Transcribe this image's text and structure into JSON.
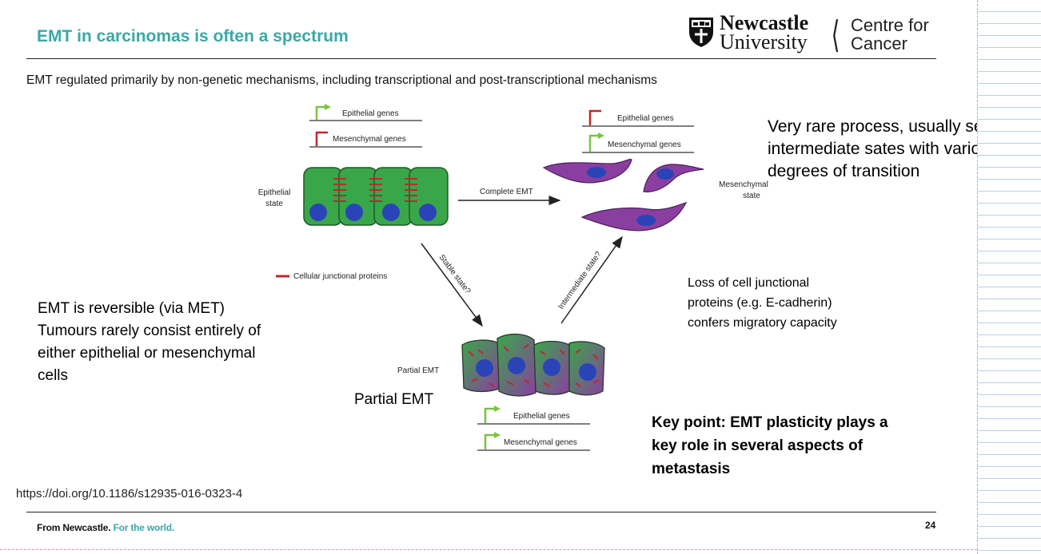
{
  "slide": {
    "title": "EMT in carcinomas is often a spectrum",
    "subtitle": "EMT regulated primarily by non-genetic mechanisms, including transcriptional and post-transcriptional mechanisms",
    "rare_process": "Very rare process, usually see intermediate sates with various degrees of transition",
    "reversible_lines": [
      "EMT is reversible (via MET)",
      "Tumours rarely consist entirely of",
      "either epithelial or mesenchymal",
      "cells"
    ],
    "partial_emt_label": "Partial EMT",
    "loss_lines": [
      "Loss of cell junctional",
      "proteins (e.g. E-cadherin)",
      "confers migratory capacity"
    ],
    "key_point_lines": [
      "Key point: EMT plasticity plays a",
      "key role in several aspects of",
      "metastasis"
    ],
    "doi": "https://doi.org/10.1186/s12935-016-0323-4",
    "footer_main": "From Newcastle. ",
    "footer_accent": "For the world.",
    "page_number": "24"
  },
  "logo": {
    "line1": "Newcastle",
    "line2": "University",
    "centre_line1": "Centre for",
    "centre_line2": "Cancer"
  },
  "diagram": {
    "top_left_genes": [
      "Epithelial genes",
      "Mesenchymal genes"
    ],
    "top_right_genes": [
      "Epithelial genes",
      "Mesenchymal genes"
    ],
    "bottom_genes": [
      "Epithelial genes",
      "Mesenchymal genes"
    ],
    "epithelial_state_lines": [
      "Epithelial",
      "state"
    ],
    "mesenchymal_state_lines": [
      "Mesenchymal",
      "state"
    ],
    "complete_emt": "Complete EMT",
    "stable_state": "Stable state?",
    "intermediate_state": "Intermediate state?",
    "legend_junctional": "Cellular junctional proteins",
    "partial_emt_small": "Partial EMT"
  },
  "colors": {
    "title_teal": "#3aa8a6",
    "epithelial_green": "#3aa64a",
    "mesenchymal_purple": "#8a3fa0",
    "nucleus_blue": "#2a44b8",
    "junction_red": "#c0262d",
    "gene_arrow_green": "#7cc242",
    "gene_arrow_red": "#c0262d"
  }
}
